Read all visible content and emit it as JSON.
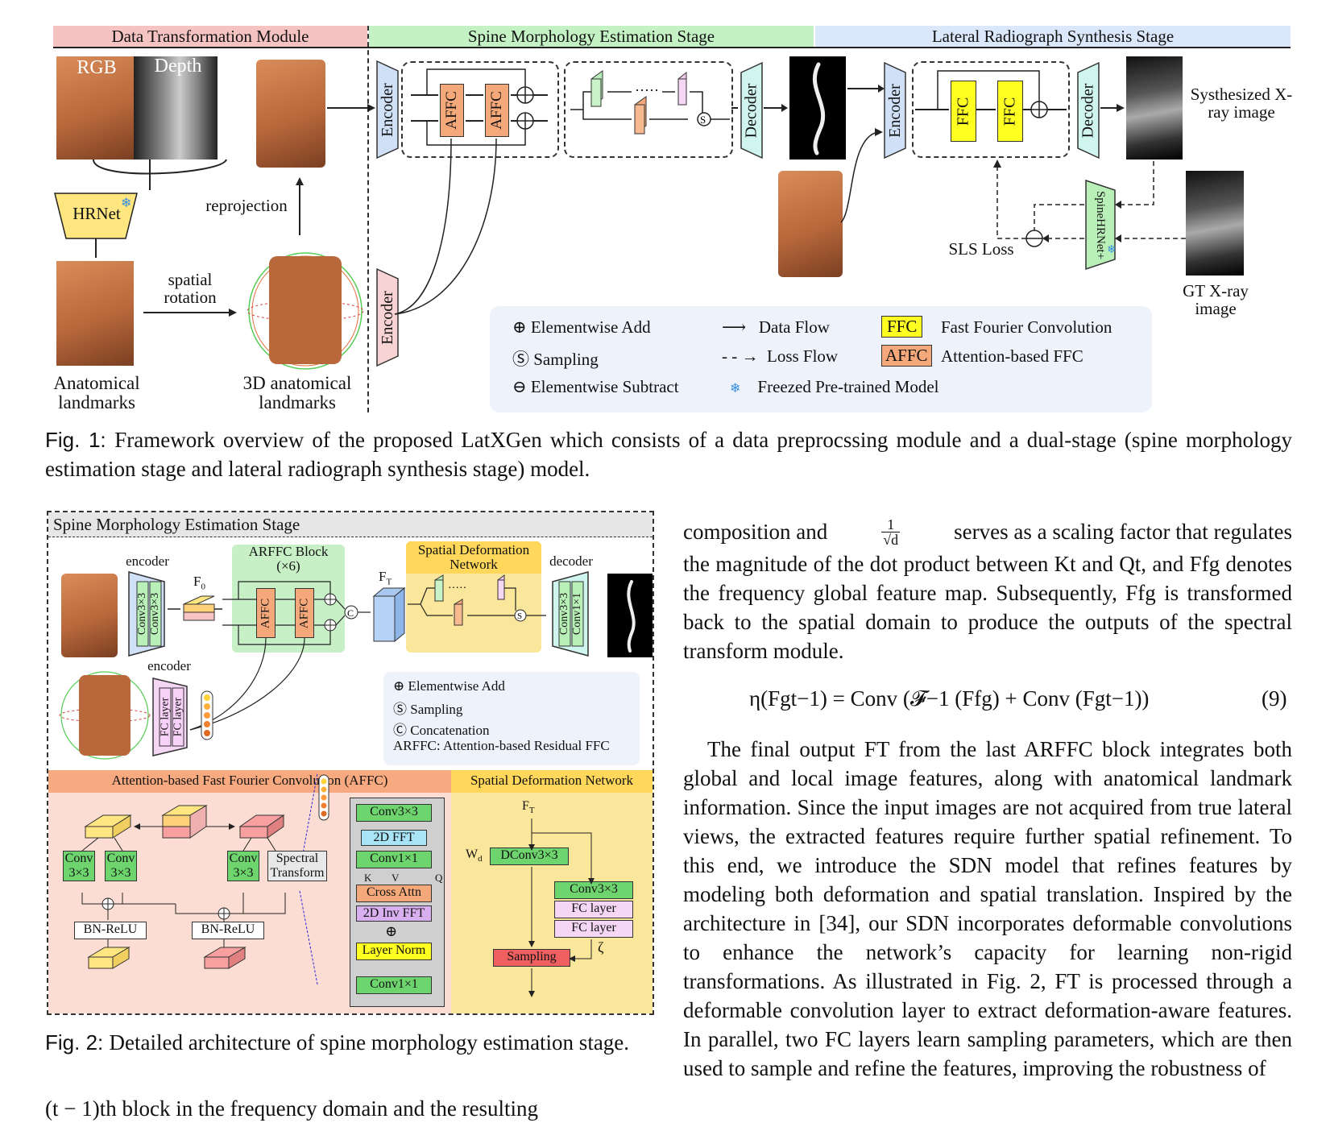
{
  "fig1": {
    "headers": {
      "data_transformation": "Data Transformation Module",
      "spine_morphology": "Spine Morphology Estimation Stage",
      "lateral_radiograph": "Lateral Radiograph Synthesis Stage"
    },
    "labels": {
      "rgb": "RGB",
      "depth": "Depth",
      "hrnet": "HRNet",
      "reprojection": "reprojection",
      "spatial_rotation": "spatial rotation",
      "anatomical_landmarks": "Anatomical landmarks",
      "landmarks_3d": "3D anatomical landmarks",
      "encoder": "Encoder",
      "decoder": "Decoder",
      "affc": "AFFC",
      "ffc": "FFC",
      "sampling_symbol": "S",
      "synthesized": "Systhesized X-ray image",
      "gt_xray": "GT X-ray image",
      "sls_loss": "SLS Loss",
      "spinehrnet": "SpineHRNet+"
    },
    "legend": {
      "elementwise_add": "Elementwise Add",
      "sampling": "Sampling",
      "elementwise_subtract": "Elementwise Subtract",
      "data_flow": "Data Flow",
      "loss_flow": "Loss Flow",
      "freezed": "Freezed Pre-trained Model",
      "ffc_key": "FFC",
      "ffc_desc": "Fast Fourier Convolution",
      "affc_key": "AFFC",
      "affc_desc": "Attention-based FFC"
    },
    "caption_label": "Fig. 1:",
    "caption_text": "Framework overview of the proposed LatXGen which consists of a data preprocssing module and a dual-stage (spine morphology estimation stage and lateral radiograph synthesis stage) model."
  },
  "fig2": {
    "title": "Spine Morphology Estimation Stage",
    "labels": {
      "encoder": "encoder",
      "decoder": "decoder",
      "f0": "F",
      "f0_sub": "0",
      "ft": "F",
      "ft_sub": "T",
      "arffc_block": "ARFFC Block",
      "arffc_times": "(×6)",
      "sdn_title": "Spatial Deformation Network",
      "conv3x3": "Conv3×3",
      "conv1x1": "Conv1×1",
      "fc_layer": "FC layer",
      "affc": "AFFC",
      "concat_symbol": "C",
      "sampling_symbol": "S"
    },
    "legend": {
      "add": "Elementwise Add",
      "sampling": "Sampling",
      "concat": "Concatenation",
      "arffc": "ARFFC: Attention-based Residual FFC"
    },
    "affc_panel": {
      "title": "Attention-based Fast Fourier Convolution (AFFC)",
      "conv_a": "Conv 3×3",
      "conv_b": "Conv 3×3",
      "conv_c": "Conv 3×3",
      "spectral": "Spectral Transform",
      "bn_relu_1": "BN-ReLU",
      "bn_relu_2": "BN-ReLU",
      "stack": [
        "Conv3×3",
        "2D FFT",
        "Conv1×1",
        "Cross Attn",
        "2D Inv FFT",
        "Layer Norm",
        "Conv1×1"
      ],
      "k": "K",
      "v": "V",
      "q": "Q"
    },
    "sdn_panel": {
      "title": "Spatial Deformation Network",
      "ft": "F",
      "ft_sub": "T",
      "wd": "W",
      "wd_sub": "d",
      "dconv": "DConv3×3",
      "conv3x3": "Conv3×3",
      "fc1": "FC layer",
      "fc2": "FC layer",
      "zeta": "ζ",
      "sampling": "Sampling"
    },
    "caption_label": "Fig. 2:",
    "caption_text": "Detailed architecture of spine morphology estimation stage."
  },
  "body": {
    "para1_line1_pre": "composition and",
    "para1_line1_post": "serves as a scaling factor that regulates",
    "para1_rest": "the magnitude of the dot product between Kt and Qt, and Ffg denotes the frequency global feature map. Subsequently, Ffg is transformed back to the spatial domain to produce the outputs of the spectral transform module.",
    "equation": "η(Fgt−1) = Conv (𝓕−1 (Ffg) + Conv (Fgt−1))",
    "equation_number": "(9)",
    "para2": "The final output FT from the last ARFFC block integrates both global and local image features, along with anatomical landmark information. Since the input images are not acquired from true lateral views, the extracted features require further spatial refinement. To this end, we introduce the SDN model that refines features by modeling both deformation and spatial translation. Inspired by the architecture in [34], our SDN incorporates deformable convolutions to enhance the network’s capacity for learning non-rigid transformations. As illustrated in Fig. 2, FT is processed through a deformable convolution layer to extract deformation-aware features. In parallel, two FC layers learn sampling parameters, which are then used to sample and refine the features, improving the robustness of",
    "left_bottom": "(t − 1)th block in the frequency domain and the resulting"
  },
  "colors": {
    "hdr_pink": "#f6c3c3",
    "hdr_green": "#c4f2c4",
    "hdr_blue": "#dbe7fa",
    "affc_orange": "#f5a97a",
    "ffc_yellow": "#ffff22",
    "encoder_blue": "#cfe0f7",
    "decoder_cyan": "#cff5ee",
    "link_blue": "#2a2ad8"
  }
}
